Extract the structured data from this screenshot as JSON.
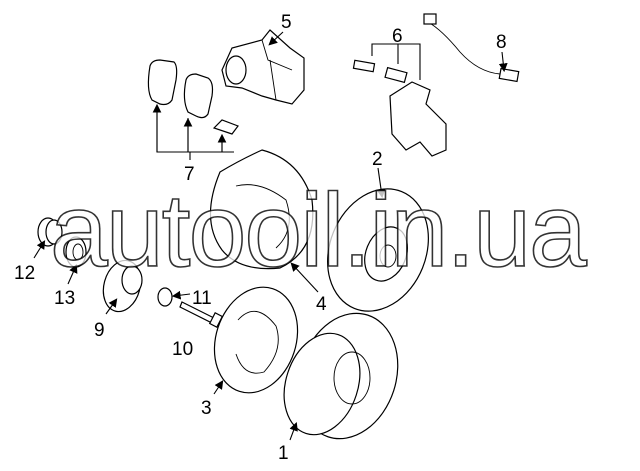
{
  "diagram": {
    "callouts": {
      "c1": "1",
      "c2": "2",
      "c3": "3",
      "c4": "4",
      "c5": "5",
      "c6": "6",
      "c7": "7",
      "c8": "8",
      "c9": "9",
      "c10": "10",
      "c11": "11",
      "c12": "12",
      "c13": "13"
    },
    "watermark": "autooil.in.ua",
    "line_color": "#000000",
    "background": "#ffffff"
  }
}
